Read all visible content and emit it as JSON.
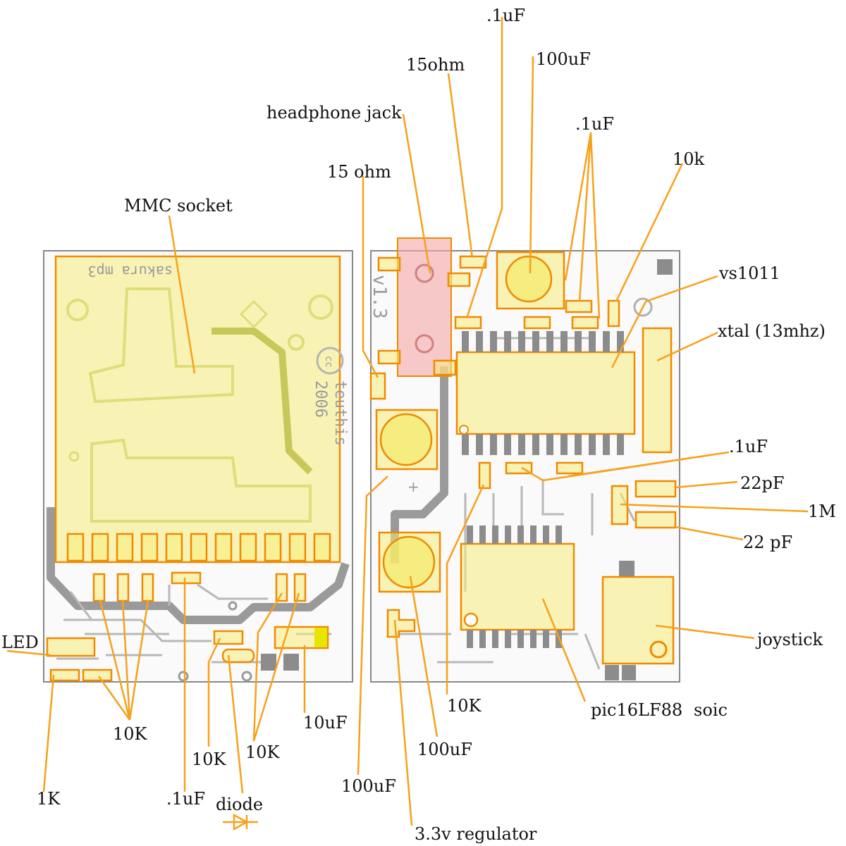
{
  "diagram": {
    "title": "Annotated MP3 player PCB",
    "silkscreen": {
      "brand_mark": "sakura mp3",
      "version": "v1.3",
      "year": "2006",
      "author": "teuthis",
      "license": "cc"
    },
    "labels": {
      "mmc_socket": "MMC socket",
      "headphone_jack": "headphone jack",
      "r_15ohm_a": "15 ohm",
      "r_15ohm_b": "15ohm",
      "c_01uf_top": ".1uF",
      "c_100uf_top": "100uF",
      "c_01uf_group": ".1uF",
      "r_10k_top": "10k",
      "vs1011": "vs1011",
      "xtal": "xtal (13mhz)",
      "c_01uf_right": ".1uF",
      "c_22pf_a": "22pF",
      "r_1m": "1M",
      "c_22pf_b": "22 pF",
      "joystick": "joystick",
      "soic": "soic",
      "pic": "pic16LF88",
      "r_10k_pic": "10K",
      "c_100uf_low": "100uF",
      "regulator": "3.3v regulator",
      "c_100uf_bottom": "100uF",
      "c_10uf": "10uF",
      "r_10k_right": "10K",
      "r_10k_mid": "10K",
      "diode": "diode",
      "c_01uf_bottom": ".1uF",
      "r_1k": "1K",
      "r_10k_left": "10K",
      "led": "LED"
    },
    "colors": {
      "leader": "#f7a11a",
      "component_fill": "#f6ec7a",
      "jack_fill": "#f5a6a6"
    }
  }
}
